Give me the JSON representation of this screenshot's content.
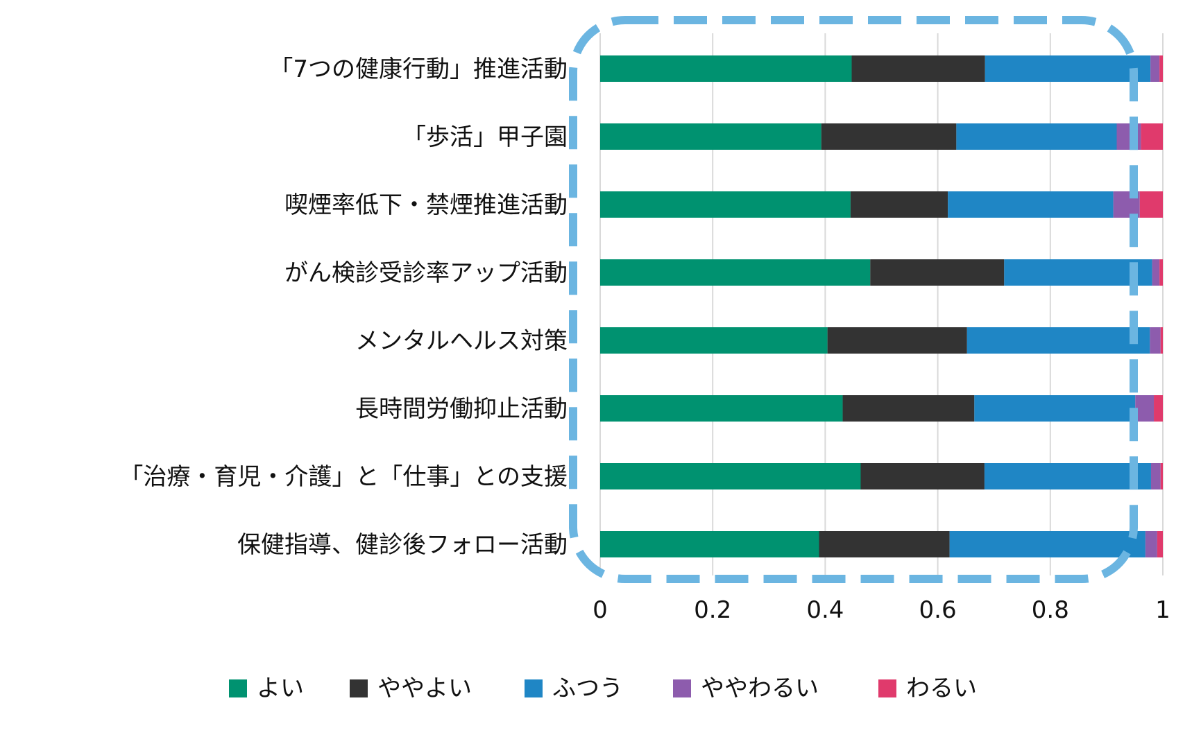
{
  "chart_data": {
    "type": "bar",
    "orientation": "horizontal",
    "stacked": true,
    "categories": [
      "「7つの健康行動」推進活動",
      "「歩活」甲子園",
      "喫煙率低下・禁煙推進活動",
      "がん検診受診率アップ活動",
      "メンタルヘルス対策",
      "長時間労働抑止活動",
      "「治療・育児・介護」と「仕事」との支援",
      "保健指導、健診後フォロー活動"
    ],
    "series": [
      {
        "name": "よい",
        "color": "#009270",
        "values": [
          0.447,
          0.393,
          0.445,
          0.48,
          0.404,
          0.431,
          0.463,
          0.389
        ]
      },
      {
        "name": "ややよい",
        "color": "#333333",
        "values": [
          0.237,
          0.24,
          0.173,
          0.238,
          0.248,
          0.234,
          0.22,
          0.232
        ]
      },
      {
        "name": "ふつう",
        "color": "#1f86c5",
        "values": [
          0.294,
          0.285,
          0.294,
          0.263,
          0.325,
          0.286,
          0.296,
          0.348
        ]
      },
      {
        "name": "ややわるい",
        "color": "#8d5cad",
        "values": [
          0.016,
          0.043,
          0.047,
          0.013,
          0.019,
          0.033,
          0.017,
          0.021
        ]
      },
      {
        "name": "わるい",
        "color": "#e03a6c",
        "values": [
          0.006,
          0.039,
          0.041,
          0.006,
          0.004,
          0.016,
          0.004,
          0.01
        ]
      }
    ],
    "xlim": [
      0,
      1
    ],
    "xticks": [
      "0",
      "0.2",
      "0.4",
      "0.6",
      "0.8",
      "1"
    ],
    "xtick_values": [
      0,
      0.2,
      0.4,
      0.6,
      0.8,
      1
    ],
    "grid": true,
    "legend": "bottom",
    "annotation_color": "#6bb5e1"
  }
}
